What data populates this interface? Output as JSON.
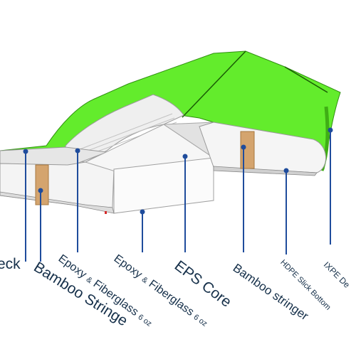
{
  "colors": {
    "deck": "#63ec2c",
    "deck_shadow": "#3fae15",
    "foam": "#f4f4f4",
    "foam_shadow": "#d9d9d9",
    "stringer": "#d4a46e",
    "leader": "#1f4c9c",
    "label_text": "#16304a"
  },
  "labels": {
    "deck": "eck",
    "bamboo_stringer_left": "Bamboo Stringe",
    "fiberglass_a": "Epoxy & Fiberglass 6 oz",
    "fiberglass_b": "Epoxy & Fiberglass 6 oz",
    "eps_core": "EPS Core",
    "bamboo_stringer_right": "Bamboo stringer",
    "hdpe": "HDPE Slick Bottom",
    "ixpe": "IXPE De"
  }
}
